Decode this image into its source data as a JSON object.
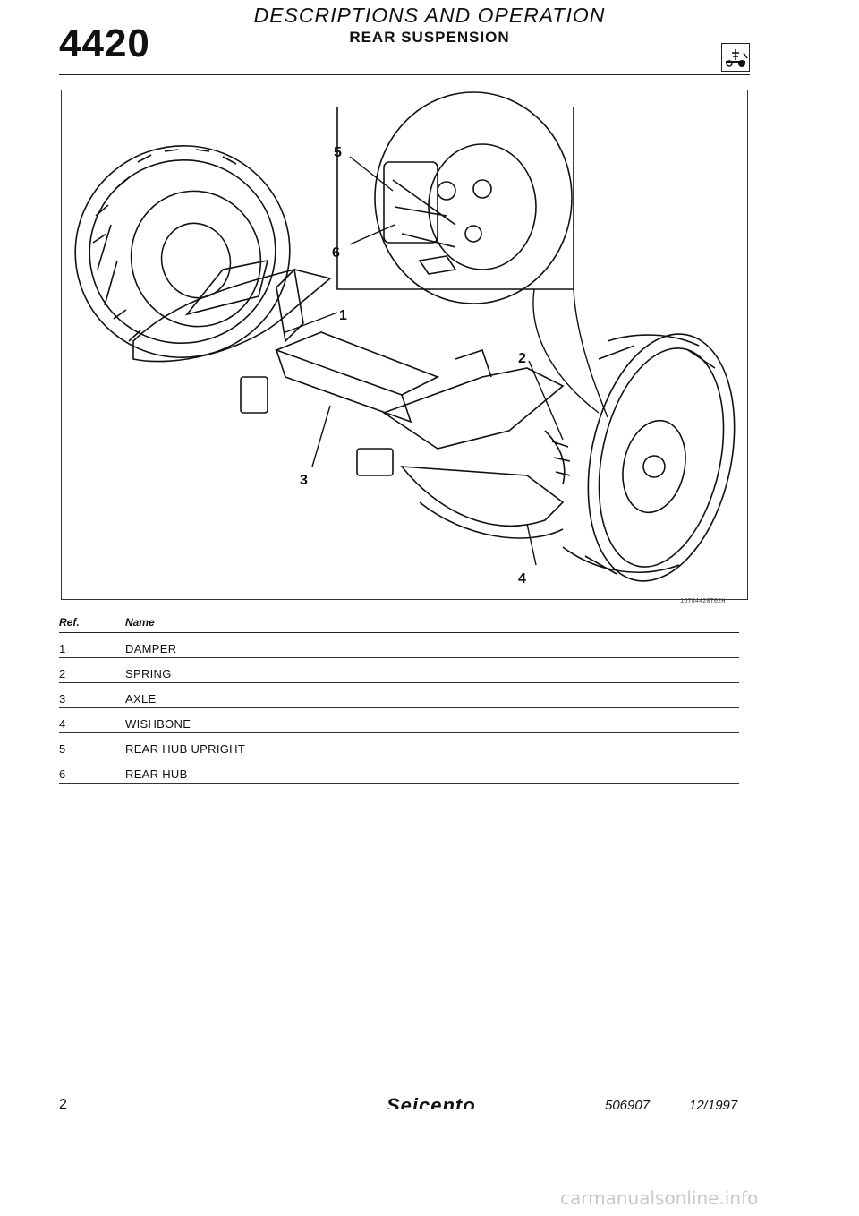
{
  "header": {
    "section_code": "4420",
    "title": "DESCRIPTIONS AND OPERATION",
    "subtitle": "REAR SUSPENSION",
    "icon": "rear-suspension-icon"
  },
  "figure": {
    "code": "16784420T02H",
    "callouts": [
      "1",
      "2",
      "3",
      "4",
      "5",
      "6"
    ]
  },
  "table": {
    "headers": {
      "ref": "Ref.",
      "name": "Name"
    },
    "rows": [
      {
        "ref": "1",
        "name": "DAMPER"
      },
      {
        "ref": "2",
        "name": "SPRING"
      },
      {
        "ref": "3",
        "name": "AXLE"
      },
      {
        "ref": "4",
        "name": "WISHBONE"
      },
      {
        "ref": "5",
        "name": "REAR HUB UPRIGHT"
      },
      {
        "ref": "6",
        "name": "REAR HUB"
      }
    ]
  },
  "footer": {
    "page": "2",
    "brand": "Seicento",
    "doc_code": "506907",
    "date": "12/1997"
  },
  "watermark": "carmanualsonline.info"
}
